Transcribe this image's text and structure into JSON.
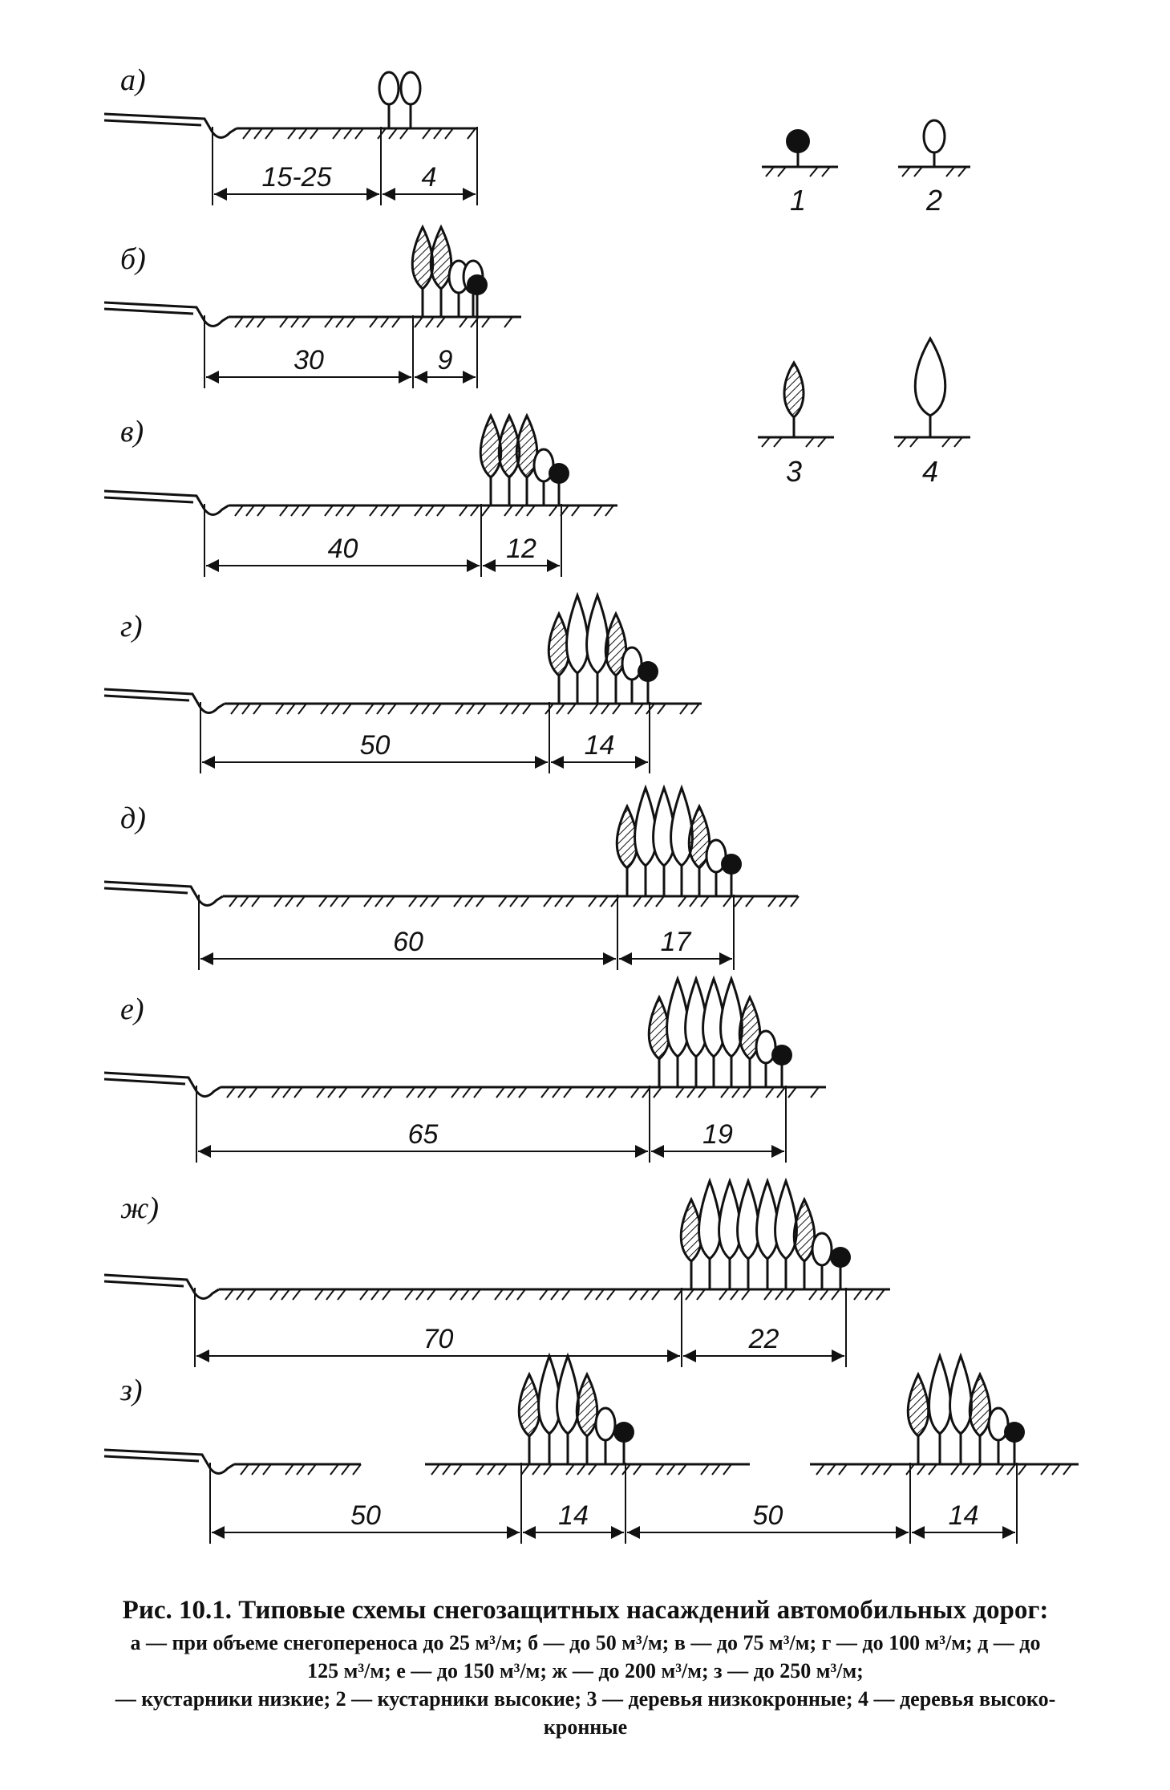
{
  "rows": [
    {
      "label": "а)",
      "spans": [
        "15-25",
        "4"
      ]
    },
    {
      "label": "б)",
      "spans": [
        "30",
        "9"
      ]
    },
    {
      "label": "в)",
      "spans": [
        "40",
        "12"
      ]
    },
    {
      "label": "г)",
      "spans": [
        "50",
        "14"
      ]
    },
    {
      "label": "д)",
      "spans": [
        "60",
        "17"
      ]
    },
    {
      "label": "е)",
      "spans": [
        "65",
        "19"
      ]
    },
    {
      "label": "ж)",
      "spans": [
        "70",
        "22"
      ]
    },
    {
      "label": "з)",
      "spans": [
        "50",
        "14",
        "50",
        "14"
      ]
    }
  ],
  "legend": [
    {
      "num": "1",
      "kind": "shrub-low"
    },
    {
      "num": "2",
      "kind": "shrub-high"
    },
    {
      "num": "3",
      "kind": "tree-low-crown"
    },
    {
      "num": "4",
      "kind": "tree-high-crown"
    }
  ],
  "caption": {
    "title": "Рис. 10.1. Типовые схемы снегозащитных насаждений автомобильных дорог:",
    "line1": "а — при объеме снегопереноса до 25 м³/м; б — до 50 м³/м; в — до 75 м³/м; г — до 100 м³/м; д — до",
    "line2": "125 м³/м; е — до 150 м³/м; ж — до 200 м³/м; з — до 250 м³/м;",
    "line3": "— кустарники низкие; 2 — кустарники высокие; 3 — деревья низкокронные; 4 — деревья высоко-",
    "line4": "кронные"
  }
}
